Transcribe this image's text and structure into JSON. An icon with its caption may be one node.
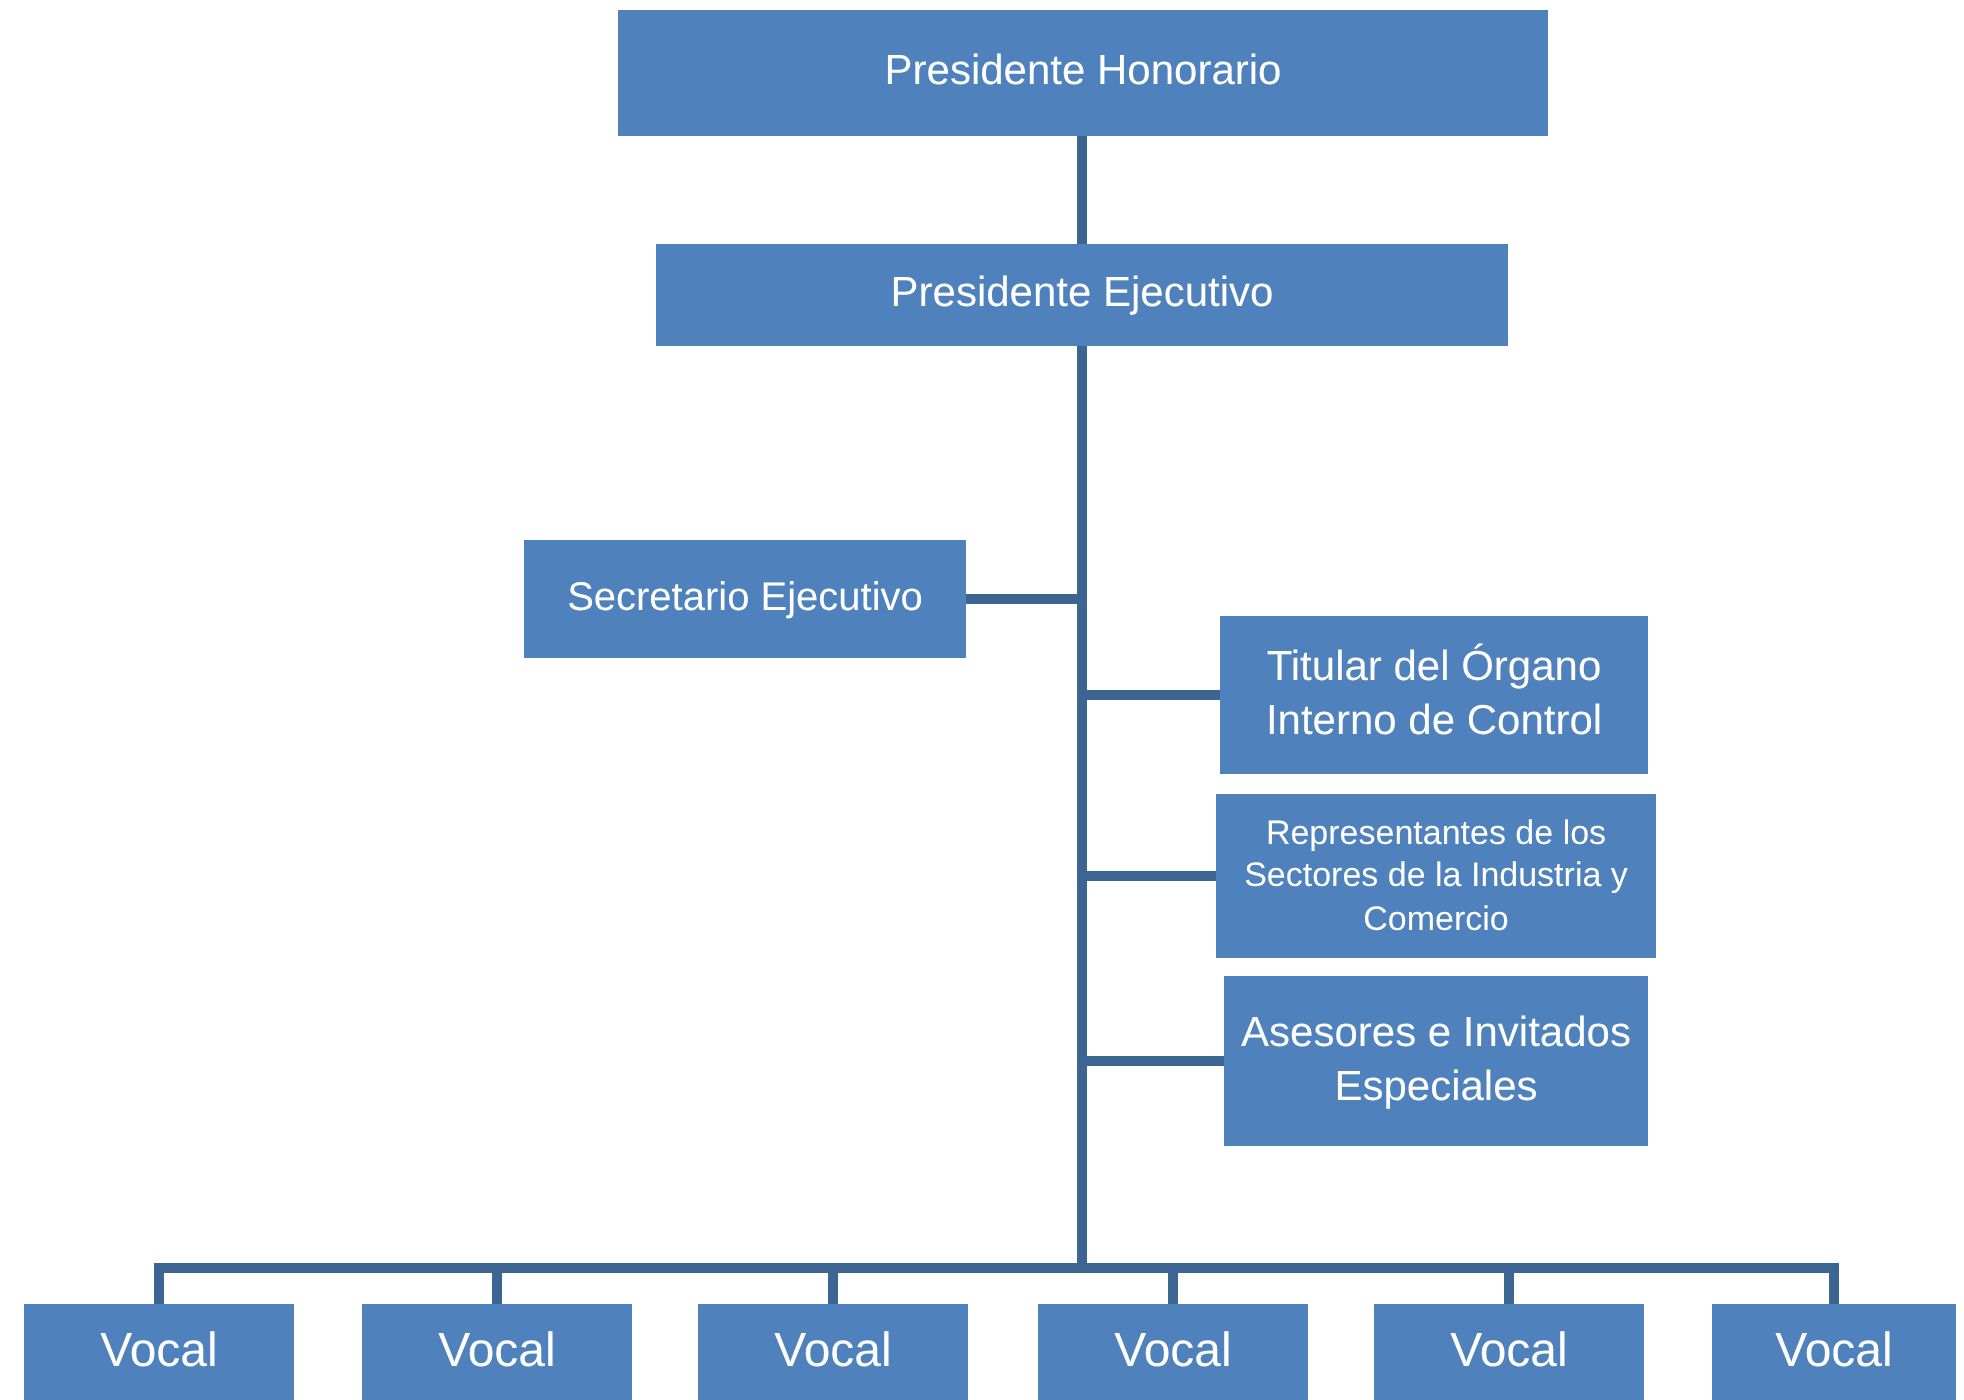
{
  "diagram": {
    "nodes": [
      {
        "text": [
          "Presidente Honorario"
        ]
      },
      {
        "text": [
          "Presidente Ejecutivo"
        ]
      },
      {
        "text": [
          "Secretario Ejecutivo"
        ]
      },
      {
        "text": [
          "Titular del Órgano Interno de Control"
        ]
      },
      {
        "text": [
          "Representantes de los Sectores de la Industria y Comercio"
        ]
      },
      {
        "text": [
          "Asesores e Invitados Especiales"
        ]
      },
      {
        "text": [
          "Vocal"
        ]
      },
      {
        "text": [
          "Vocal"
        ]
      },
      {
        "text": [
          "Vocal"
        ]
      },
      {
        "text": [
          "Vocal"
        ]
      },
      {
        "text": [
          "Vocal"
        ]
      },
      {
        "text": [
          "Vocal"
        ]
      }
    ],
    "edges": [
      {
        "from": 0,
        "to": 1,
        "arrow": "none"
      },
      {
        "from": 1,
        "to": 2,
        "arrow": "none"
      },
      {
        "from": 1,
        "to": 3,
        "arrow": "none"
      },
      {
        "from": 1,
        "to": 4,
        "arrow": "none"
      },
      {
        "from": 1,
        "to": 5,
        "arrow": "none"
      },
      {
        "from": 1,
        "to": 6,
        "arrow": "none"
      },
      {
        "from": 1,
        "to": 7,
        "arrow": "none"
      },
      {
        "from": 1,
        "to": 8,
        "arrow": "none"
      },
      {
        "from": 1,
        "to": 9,
        "arrow": "none"
      },
      {
        "from": 1,
        "to": 10,
        "arrow": "none"
      },
      {
        "from": 1,
        "to": 11,
        "arrow": "none"
      }
    ]
  }
}
